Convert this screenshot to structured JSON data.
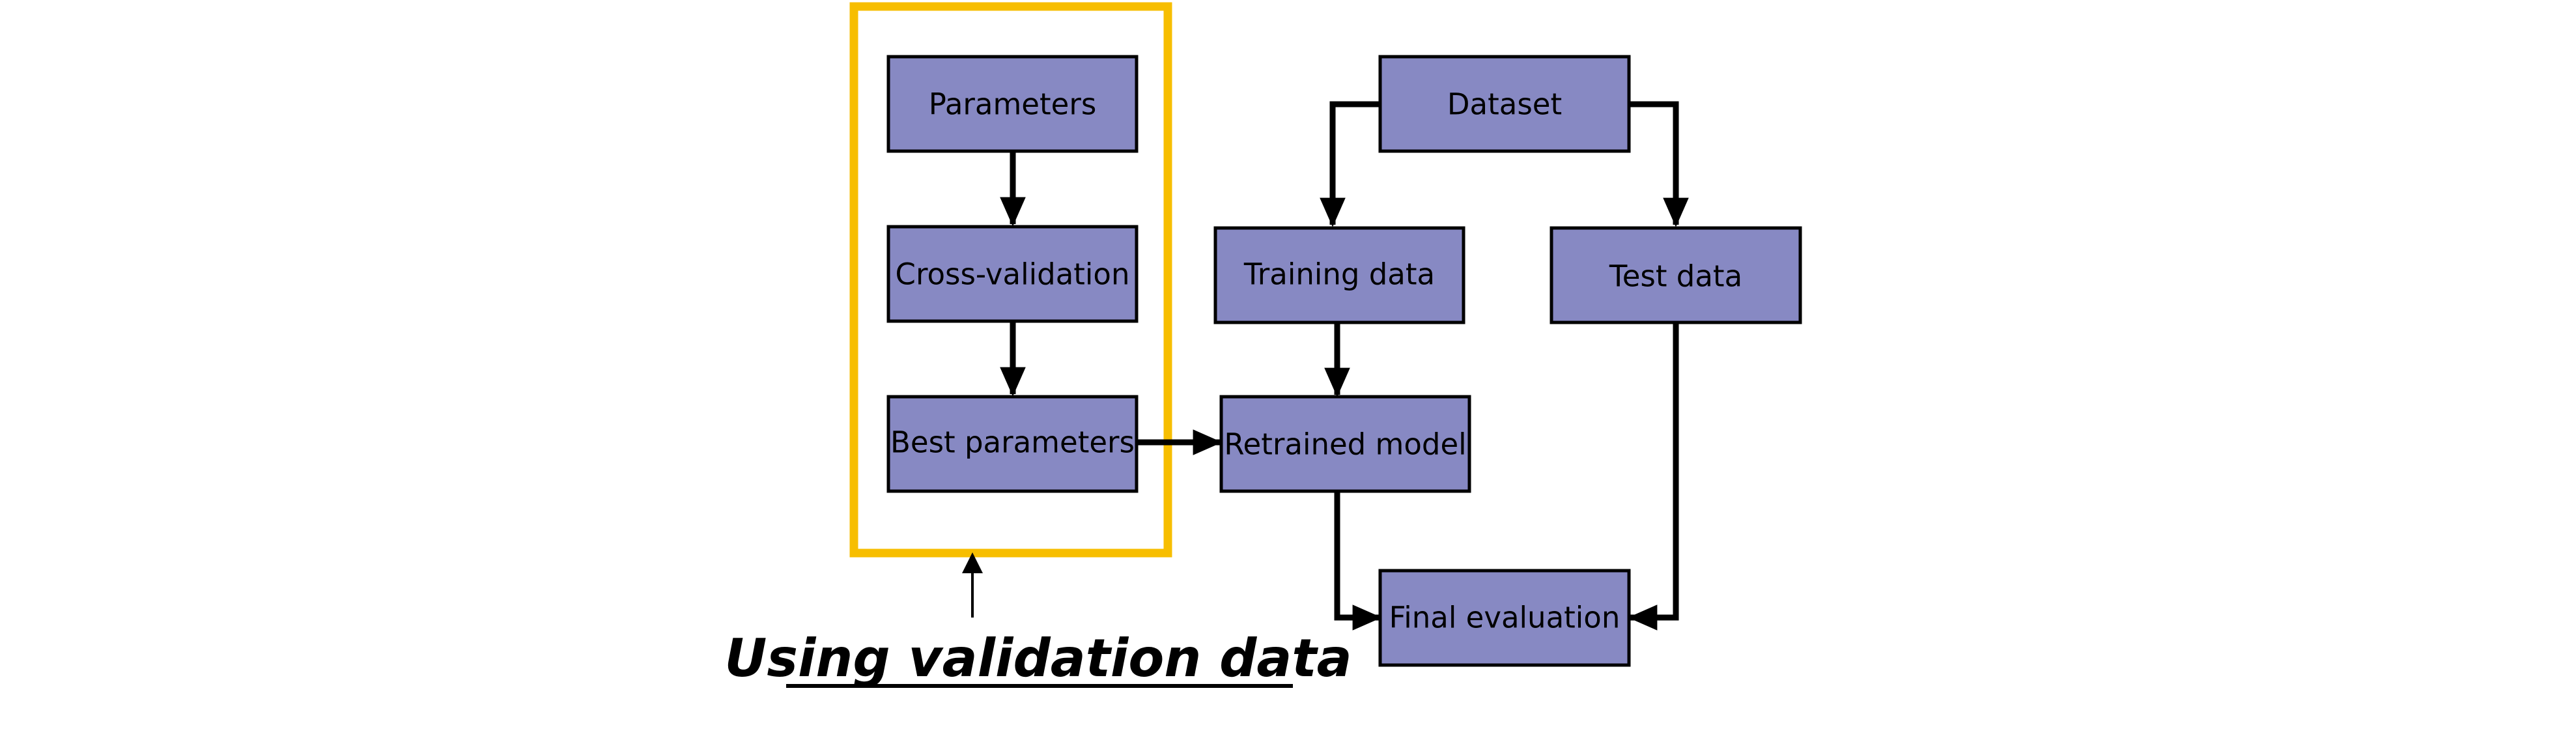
{
  "nodes": {
    "parameters": "Parameters",
    "cross_validation": "Cross-validation",
    "best_parameters": "Best parameters",
    "dataset": "Dataset",
    "training_data": "Training data",
    "test_data": "Test data",
    "retrained_model": "Retrained model",
    "final_evaluation": "Final evaluation"
  },
  "caption": "Using validation data",
  "colors": {
    "box_fill": "#8789c3",
    "highlight_border": "#f7be00",
    "stroke": "#000000"
  }
}
